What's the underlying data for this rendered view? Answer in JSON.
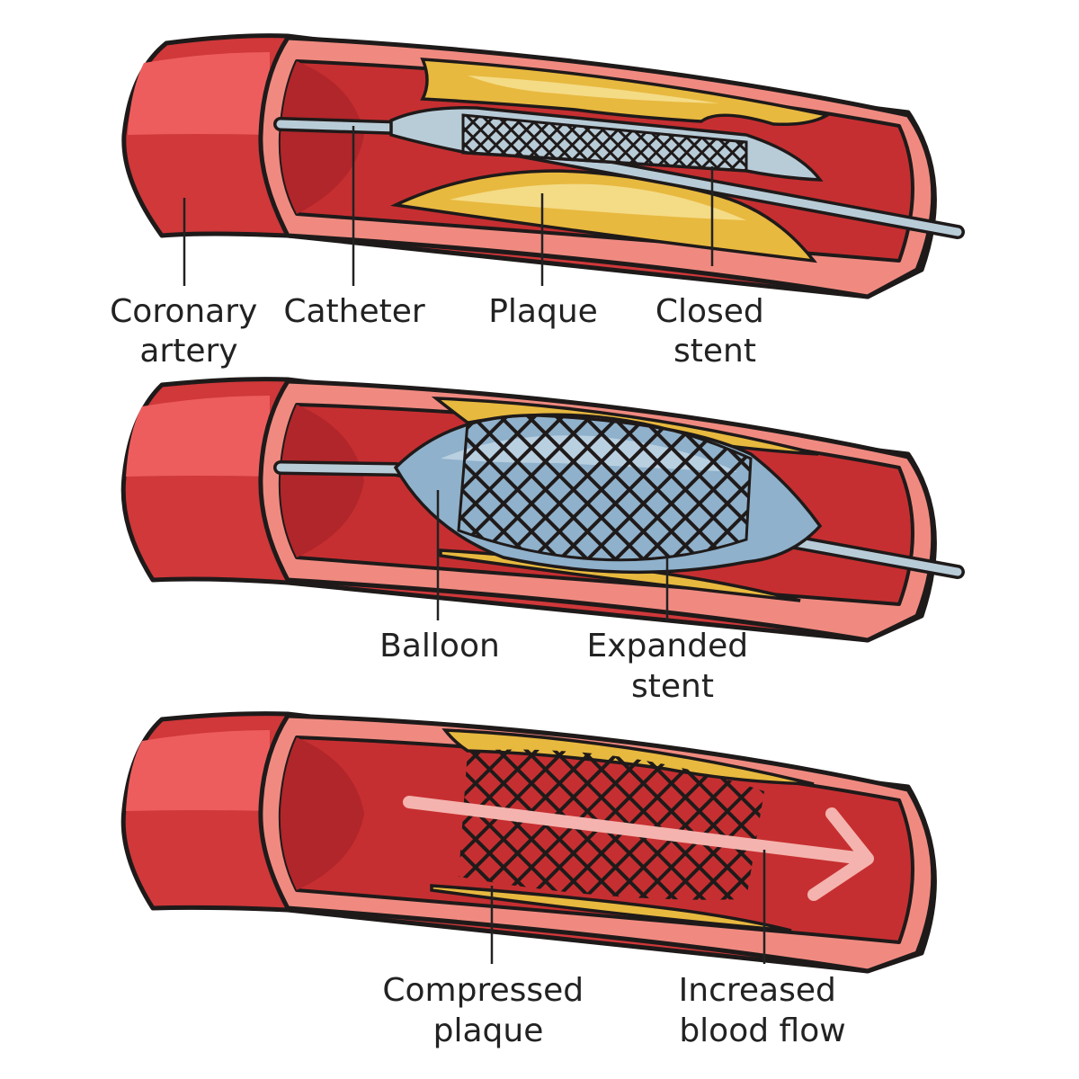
{
  "colors": {
    "outline": "#1f1a1a",
    "artery_outer": "#d0383a",
    "artery_highlight": "#ee5d5d",
    "artery_wall": "#f08a80",
    "lumen": "#c62f31",
    "lumen_dark": "#b0262a",
    "plaque": "#e8b93f",
    "plaque_light": "#f4db86",
    "catheter": "#b8ccd8",
    "catheter_light": "#dbe7ef",
    "balloon": "#8fb1cb",
    "balloon_light": "#b9d0e1",
    "stent": "#1f1a1a",
    "flow_arrow": "#f4b3ae"
  },
  "panels": {
    "closed": {
      "labels": {
        "coronary_artery": [
          "Coronary",
          "artery"
        ],
        "catheter": [
          "Catheter"
        ],
        "plaque": [
          "Plaque"
        ],
        "closed_stent": [
          "Closed",
          "stent"
        ]
      }
    },
    "expanded": {
      "labels": {
        "balloon": [
          "Balloon"
        ],
        "expanded_stent": [
          "Expanded",
          "stent"
        ]
      }
    },
    "result": {
      "labels": {
        "compressed_plaque": [
          "Compressed",
          "plaque"
        ],
        "increased_blood_flow": [
          "Increased",
          "blood flow"
        ]
      }
    }
  }
}
